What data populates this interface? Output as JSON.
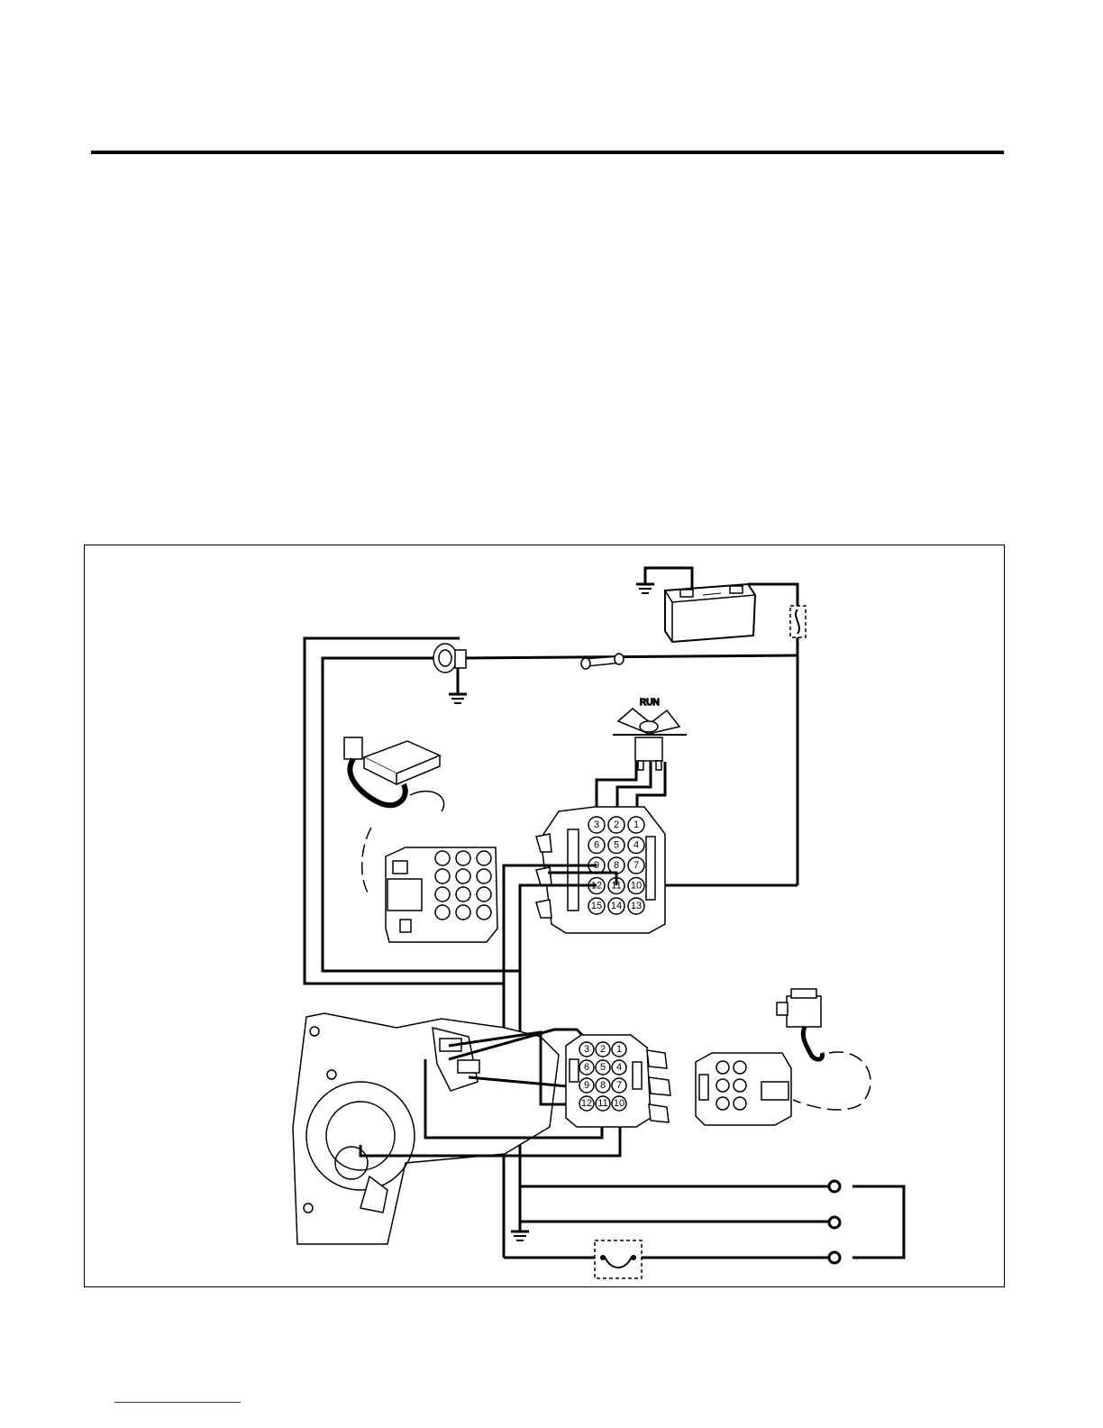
{
  "page": {
    "background": "#ffffff",
    "rule_color": "#000000"
  },
  "diagram": {
    "switch_label": "RUN",
    "connector_upper": {
      "pins": [
        "3",
        "2",
        "1",
        "6",
        "5",
        "4",
        "9",
        "8",
        "7",
        "12",
        "11",
        "10",
        "15",
        "14",
        "13"
      ]
    },
    "connector_lower": {
      "pins": [
        "3",
        "2",
        "1",
        "6",
        "5",
        "4",
        "9",
        "8",
        "7",
        "12",
        "11",
        "10"
      ]
    },
    "icons": [
      "ground-symbol-icon",
      "battery-icon",
      "fuse-icon",
      "buzzer-icon",
      "inline-fuse-holder-icon",
      "rocker-switch-icon",
      "control-module-icon",
      "engine-block-icon",
      "sensor-icon",
      "terminal-icon",
      "circuit-breaker-icon"
    ]
  }
}
